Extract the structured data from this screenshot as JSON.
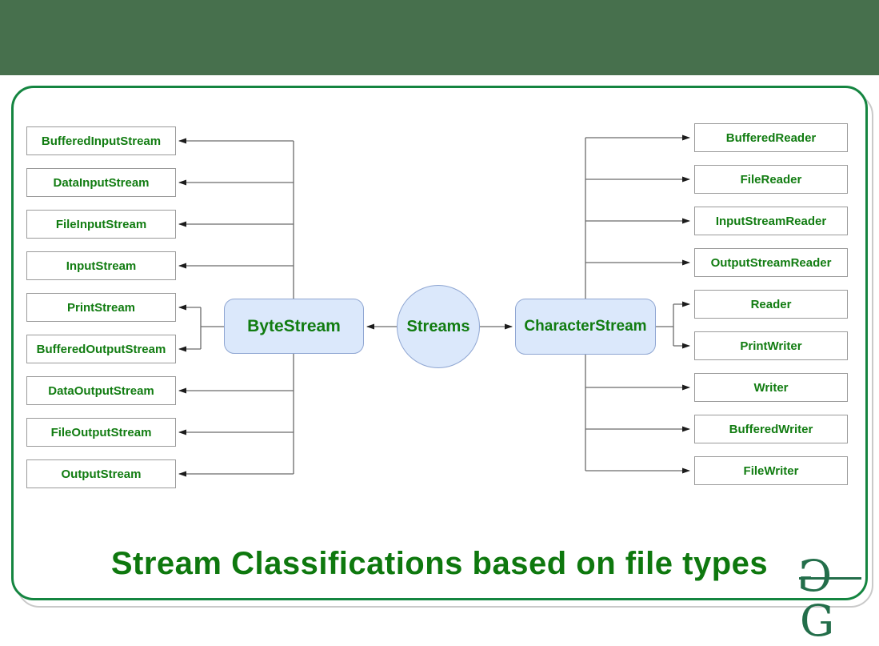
{
  "header": {
    "bg_color": "#47704d"
  },
  "frame": {
    "green_border_color": "#148540",
    "gray_border_color": "#c9c9c9"
  },
  "diagram": {
    "root_label": "Streams",
    "byte_label": "ByteStream",
    "char_label": "CharacterStream",
    "left_children": [
      "BufferedInputStream",
      "DataInputStream",
      "FileInputStream",
      "InputStream",
      "PrintStream",
      "BufferedOutputStream",
      "DataOutputStream",
      "FileOutputStream",
      "OutputStream"
    ],
    "right_children": [
      "BufferedReader",
      "FileReader",
      "InputStreamReader",
      "OutputStreamReader",
      "Reader",
      "PrintWriter",
      "Writer",
      "BufferedWriter",
      "FileWriter"
    ],
    "node_fill": "#dbe8fb",
    "node_border": "#8fa6d2",
    "text_color": "#117c11",
    "box_border": "#9a9a9a",
    "line_color": "#6b6b6b"
  },
  "caption": {
    "title": "Stream Classifications based on file types"
  },
  "logo": {
    "letter_left": "G",
    "letter_right": "G",
    "color": "#236e4a"
  }
}
